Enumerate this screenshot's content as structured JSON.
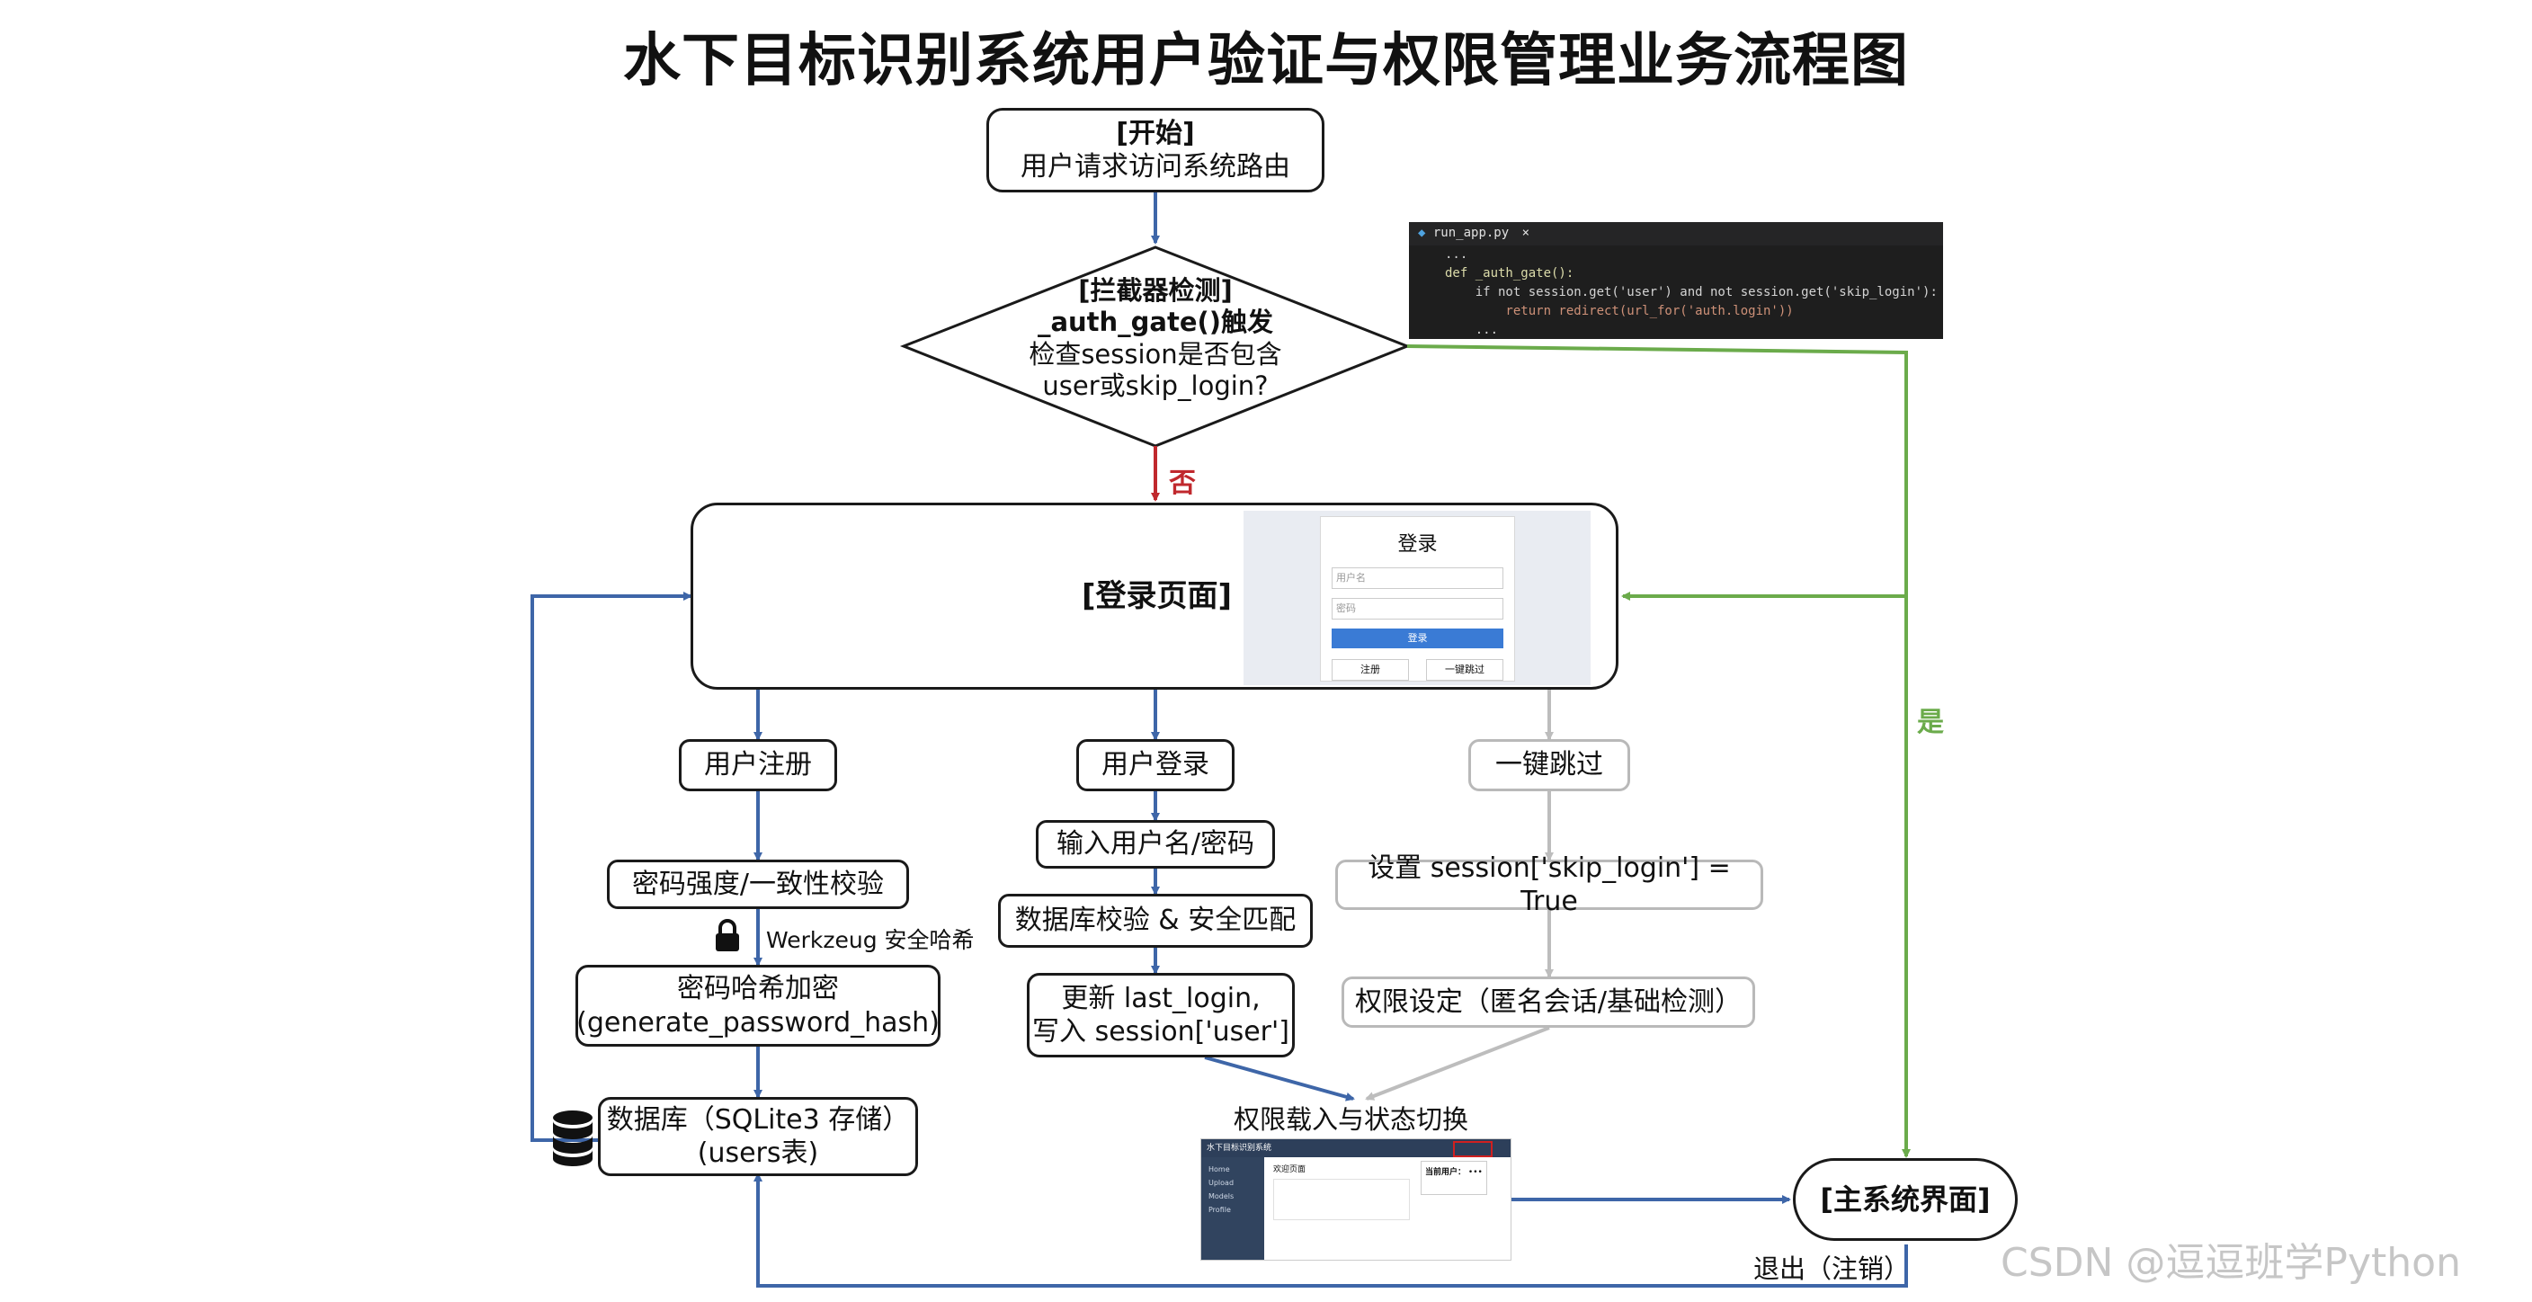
{
  "title": "水下目标识别系统用户验证与权限管理业务流程图",
  "nodes": {
    "start": {
      "tag": "[开始]",
      "text": "用户请求访问系统路由"
    },
    "gate": {
      "tag": "[拦截器检测]",
      "func": "_auth_gate()触发",
      "line1": "检查session是否包含",
      "line2": "user或skip_login?"
    },
    "login_page": {
      "label": "[登录页面]"
    },
    "register": "用户注册",
    "pwd_check": "密码强度/一致性校验",
    "hash_line1": "密码哈希加密",
    "hash_line2": "(generate_password_hash)",
    "db_line1": "数据库（SQLite3 存储）",
    "db_line2": "(users表)",
    "login": "用户登录",
    "input_cred": "输入用户名/密码",
    "db_match": "数据库校验 & 安全匹配",
    "update_line1": "更新 last_login,",
    "update_line2": "写入 session['user']",
    "skip": "一键跳过",
    "set_skip": "设置 session['skip_login'] = True",
    "perm": "权限设定（匿名会话/基础检测）",
    "load_perm": "权限载入与状态切换",
    "main": "[主系统界面]"
  },
  "labels": {
    "no": "否",
    "yes": "是",
    "werkzeug": "Werkzeug 安全哈希",
    "logout": "退出（注销）"
  },
  "code_snippet": {
    "filename": "run_app.py",
    "close": "×",
    "lines": [
      "...",
      "def _auth_gate():",
      "    if not session.get('user') and not session.get('skip_login'):",
      "        return redirect(url_for('auth.login'))",
      "    ..."
    ]
  },
  "login_form": {
    "title": "登录",
    "username_placeholder": "用户名",
    "password_placeholder": "密码",
    "login_button": "登录",
    "register_button": "注册",
    "skip_button": "一键跳过"
  },
  "app_screenshot": {
    "app_name": "水下目标识别系统",
    "nav": [
      "Home",
      "Upload",
      "Models",
      "Profile"
    ],
    "panel_title": "欢迎页面",
    "current_user": "当前用户：",
    "user_dots": "•••"
  },
  "watermark": "CSDN @逗逗班学Python",
  "colors": {
    "blue": "#3e66a8",
    "red": "#c0282d",
    "green": "#6bab4b",
    "gray": "#bdbdbd",
    "yes_text": "#6bab4b",
    "no_text": "#c0282d"
  },
  "icons": [
    "lock-icon",
    "database-icon",
    "python-file-icon"
  ]
}
